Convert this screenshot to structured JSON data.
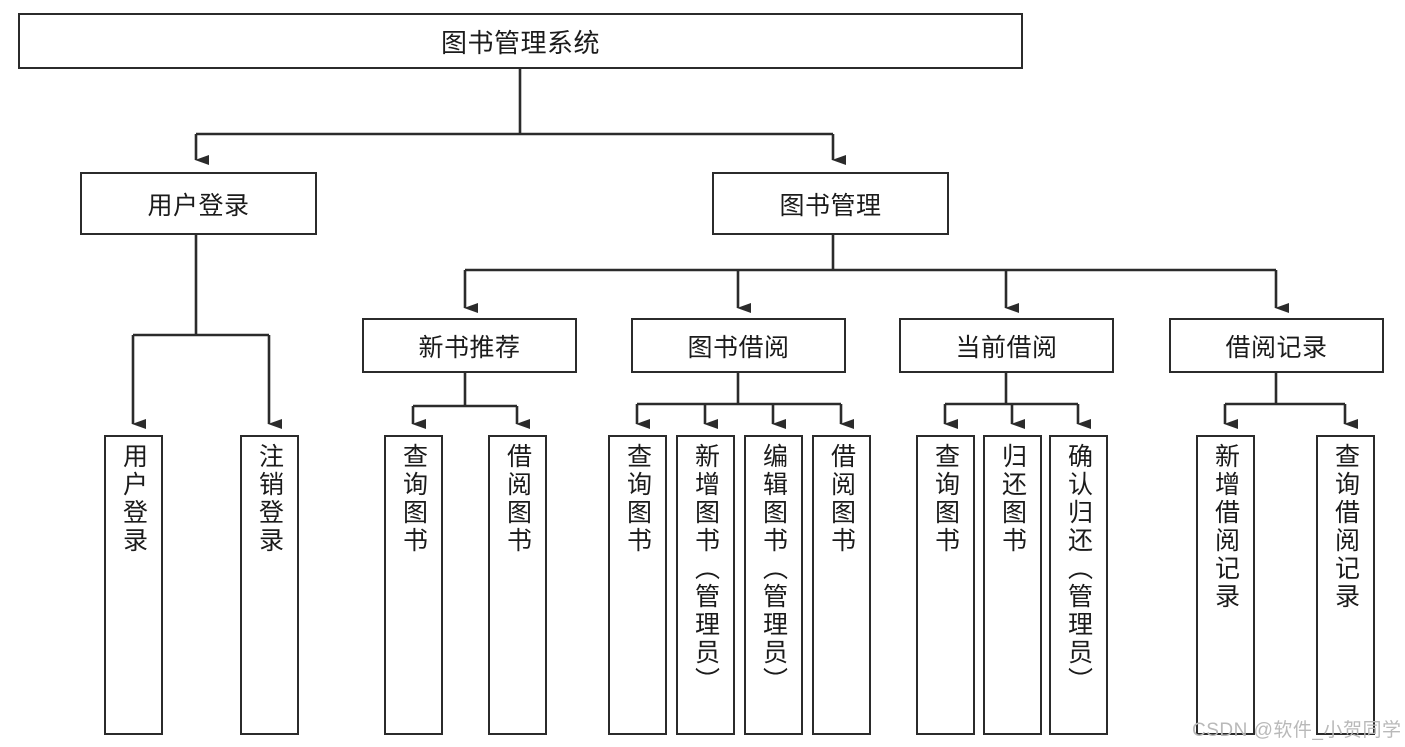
{
  "diagram": {
    "title": "图书管理系统",
    "type": "functional-structure-tree",
    "watermark": "CSDN @软件_小贺同学",
    "colors": {
      "stroke": "#2b2b2b",
      "fill": "#ffffff",
      "text": "#1b1b1b",
      "watermark": "#b9b9b9"
    }
  },
  "nodes": {
    "root": {
      "label": "图书管理系统"
    },
    "level2": [
      {
        "label": "用户登录"
      },
      {
        "label": "图书管理"
      }
    ],
    "level3": [
      {
        "label": "新书推荐"
      },
      {
        "label": "图书借阅"
      },
      {
        "label": "当前借阅"
      },
      {
        "label": "借阅记录"
      }
    ],
    "leaves": {
      "user_login": [
        {
          "label": "用户登录"
        },
        {
          "label": "注销登录"
        }
      ],
      "new_book": [
        {
          "label": "查询图书"
        },
        {
          "label": "借阅图书"
        }
      ],
      "book_borrow": [
        {
          "label": "查询图书"
        },
        {
          "label": "新增图书（管理员）"
        },
        {
          "label": "编辑图书（管理员）"
        },
        {
          "label": "借阅图书"
        }
      ],
      "current_borrow": [
        {
          "label": "查询图书"
        },
        {
          "label": "归还图书"
        },
        {
          "label": "确认归还（管理员）"
        }
      ],
      "borrow_record": [
        {
          "label": "新增借阅记录"
        },
        {
          "label": "查询借阅记录"
        }
      ]
    }
  }
}
